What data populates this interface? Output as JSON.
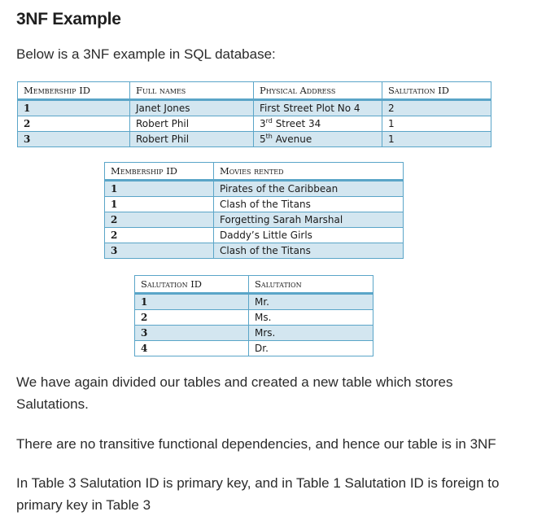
{
  "heading": "3NF Example",
  "intro": "Below is a 3NF example in SQL database:",
  "table1": {
    "headers": [
      "Membership ID",
      "Full names",
      "Physical Address",
      "Salutation ID"
    ],
    "rows": [
      {
        "membership_id": "1",
        "full_name": "Janet Jones",
        "address": "First Street Plot No 4",
        "address_sup": "",
        "address_rest": "",
        "salutation_id": "2"
      },
      {
        "membership_id": "2",
        "full_name": "Robert Phil",
        "address": "3",
        "address_sup": "rd",
        "address_rest": " Street 34",
        "salutation_id": "1"
      },
      {
        "membership_id": "3",
        "full_name": "Robert Phil",
        "address": "5",
        "address_sup": "th",
        "address_rest": " Avenue",
        "salutation_id": "1"
      }
    ]
  },
  "table2": {
    "headers": [
      "Membership ID",
      "Movies rented"
    ],
    "rows": [
      {
        "membership_id": "1",
        "movie": "Pirates of the Caribbean"
      },
      {
        "membership_id": "1",
        "movie": "Clash of the Titans"
      },
      {
        "membership_id": "2",
        "movie": "Forgetting Sarah Marshal"
      },
      {
        "membership_id": "2",
        "movie": "Daddy’s Little Girls"
      },
      {
        "membership_id": "3",
        "movie": "Clash of the Titans"
      }
    ]
  },
  "table3": {
    "headers": [
      "Salutation ID",
      "Salutation"
    ],
    "rows": [
      {
        "salutation_id": "1",
        "salutation": "Mr."
      },
      {
        "salutation_id": "2",
        "salutation": "Ms."
      },
      {
        "salutation_id": "3",
        "salutation": "Mrs."
      },
      {
        "salutation_id": "4",
        "salutation": "Dr."
      }
    ]
  },
  "paragraphs": [
    "We have again divided our tables and created a new table which stores Salutations.",
    "There are no transitive functional dependencies, and hence our table is in 3NF",
    "In Table 3 Salutation ID is primary key, and in Table 1 Salutation ID is foreign to primary key in Table 3"
  ],
  "colors": {
    "table_border": "#5aa5c8",
    "row_shade": "#d3e6f0"
  }
}
